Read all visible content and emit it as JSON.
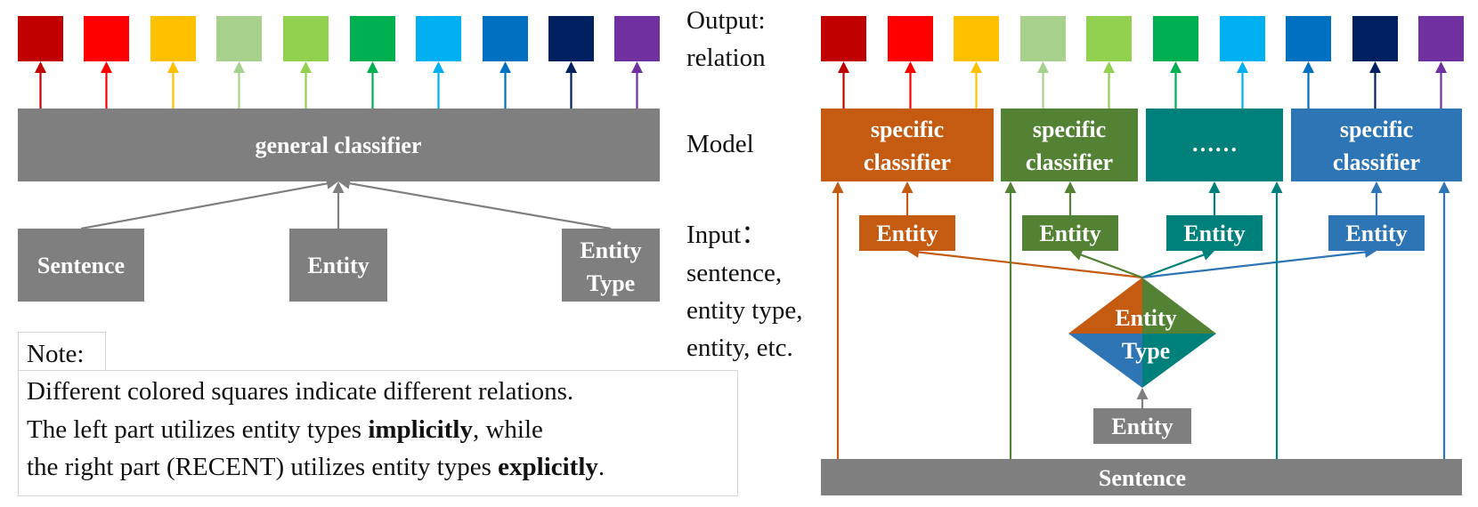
{
  "relation_colors": [
    "#c00000",
    "#ff0000",
    "#ffc000",
    "#a9d18e",
    "#92d050",
    "#00b050",
    "#00b0f0",
    "#0070c0",
    "#002060",
    "#7030a0"
  ],
  "left": {
    "classifier_label": "general classifier",
    "inputs": [
      "Sentence",
      "Entity"
    ],
    "entity_type_line1": "Entity",
    "entity_type_line2": "Type"
  },
  "middle_labels": {
    "output_line1": "Output:",
    "output_line2": "relation",
    "model": "Model",
    "input_line1": "Input：",
    "input_line2": "sentence,",
    "input_line3": "entity type,",
    "input_line4": "entity, etc."
  },
  "right": {
    "classifiers": [
      {
        "line1": "specific",
        "line2": "classifier",
        "color": "#c55a11"
      },
      {
        "line1": "specific",
        "line2": "classifier",
        "color": "#548235"
      },
      {
        "line1": "……",
        "line2": "",
        "color": "#00807a"
      },
      {
        "line1": "specific",
        "line2": "classifier",
        "color": "#2e75b6"
      }
    ],
    "entity_boxes": [
      "Entity",
      "Entity",
      "Entity",
      "Entity"
    ],
    "diamond_line1": "Entity",
    "diamond_line2": "Type",
    "entity_label": "Entity",
    "sentence_label": "Sentence"
  },
  "note": {
    "title": "Note:",
    "line1": "Different colored squares indicate different relations.",
    "line2_pre": "The left part utilizes entity types ",
    "line2_bold": "implicitly",
    "line2_post": ", while",
    "line3_pre": "the right part (RECENT) utilizes entity types ",
    "line3_bold": "explicitly",
    "line3_post": "."
  }
}
